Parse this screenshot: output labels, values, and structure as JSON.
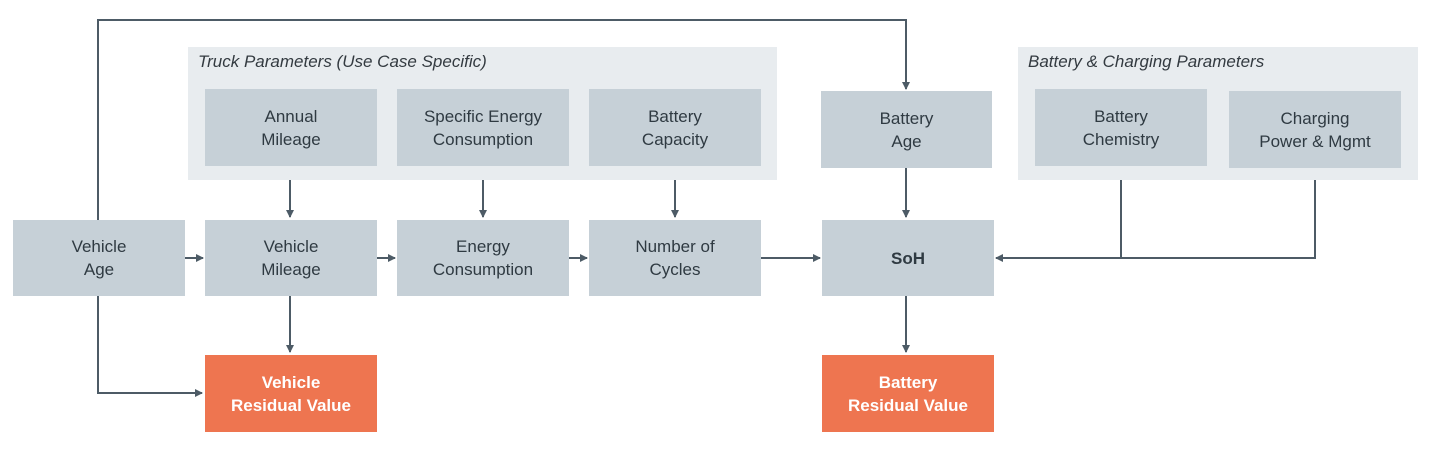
{
  "groups": {
    "truck_title": "Truck Parameters (Use Case Specific)",
    "battery_title": "Battery & Charging Parameters"
  },
  "nodes": {
    "annual_mileage": "Annual\nMileage",
    "specific_energy": "Specific Energy\nConsumption",
    "battery_capacity": "Battery\nCapacity",
    "battery_age": "Battery\nAge",
    "battery_chemistry": "Battery\nChemistry",
    "charging_power": "Charging\nPower & Mgmt",
    "vehicle_age": "Vehicle\nAge",
    "vehicle_mileage": "Vehicle\nMileage",
    "energy_consumption": "Energy\nConsumption",
    "number_of_cycles": "Number of\nCycles",
    "soh": "SoH",
    "vehicle_residual": "Vehicle\nResidual Value",
    "battery_residual": "Battery\nResidual Value"
  },
  "colors": {
    "group_bg": "#e8ecef",
    "node_bg": "#c6d0d7",
    "result_bg": "#ee7550",
    "arrow": "#4d5b66"
  }
}
